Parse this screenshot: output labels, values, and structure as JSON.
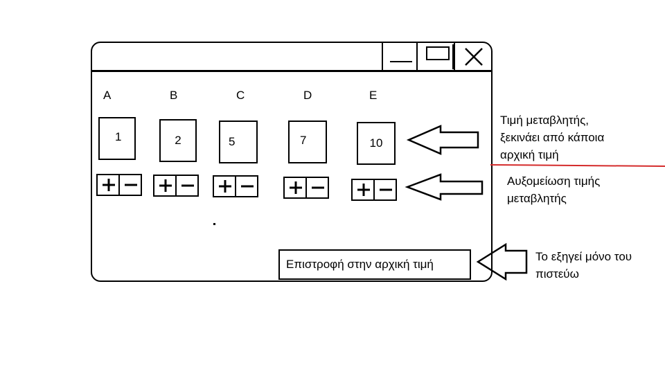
{
  "window": {
    "controls": {
      "minimize_icon": "minimize-icon",
      "maximize_icon": "maximize-icon",
      "close_icon": "close-icon"
    },
    "columns": [
      {
        "label": "A",
        "value": "1"
      },
      {
        "label": "B",
        "value": "2"
      },
      {
        "label": "C",
        "value": "5"
      },
      {
        "label": "D",
        "value": "7"
      },
      {
        "label": "E",
        "value": "10"
      }
    ],
    "stepper": {
      "plus_icon": "plus-icon",
      "minus_icon": "minus-icon"
    },
    "reset_button_label": "Επιστροφή στην αρχική τιμή"
  },
  "annotations": {
    "value_note": [
      "Τιμή μεταβλητής,",
      "ξεκινάει από κάποια",
      "αρχική τιμή"
    ],
    "stepper_note": [
      "Αυξομείωση τιμής",
      "μεταβλητής"
    ],
    "reset_note": [
      "Το εξηγεί μόνο του",
      "πιστεύω"
    ]
  },
  "colors": {
    "underline": "#d42a2a",
    "stroke": "#000000"
  }
}
